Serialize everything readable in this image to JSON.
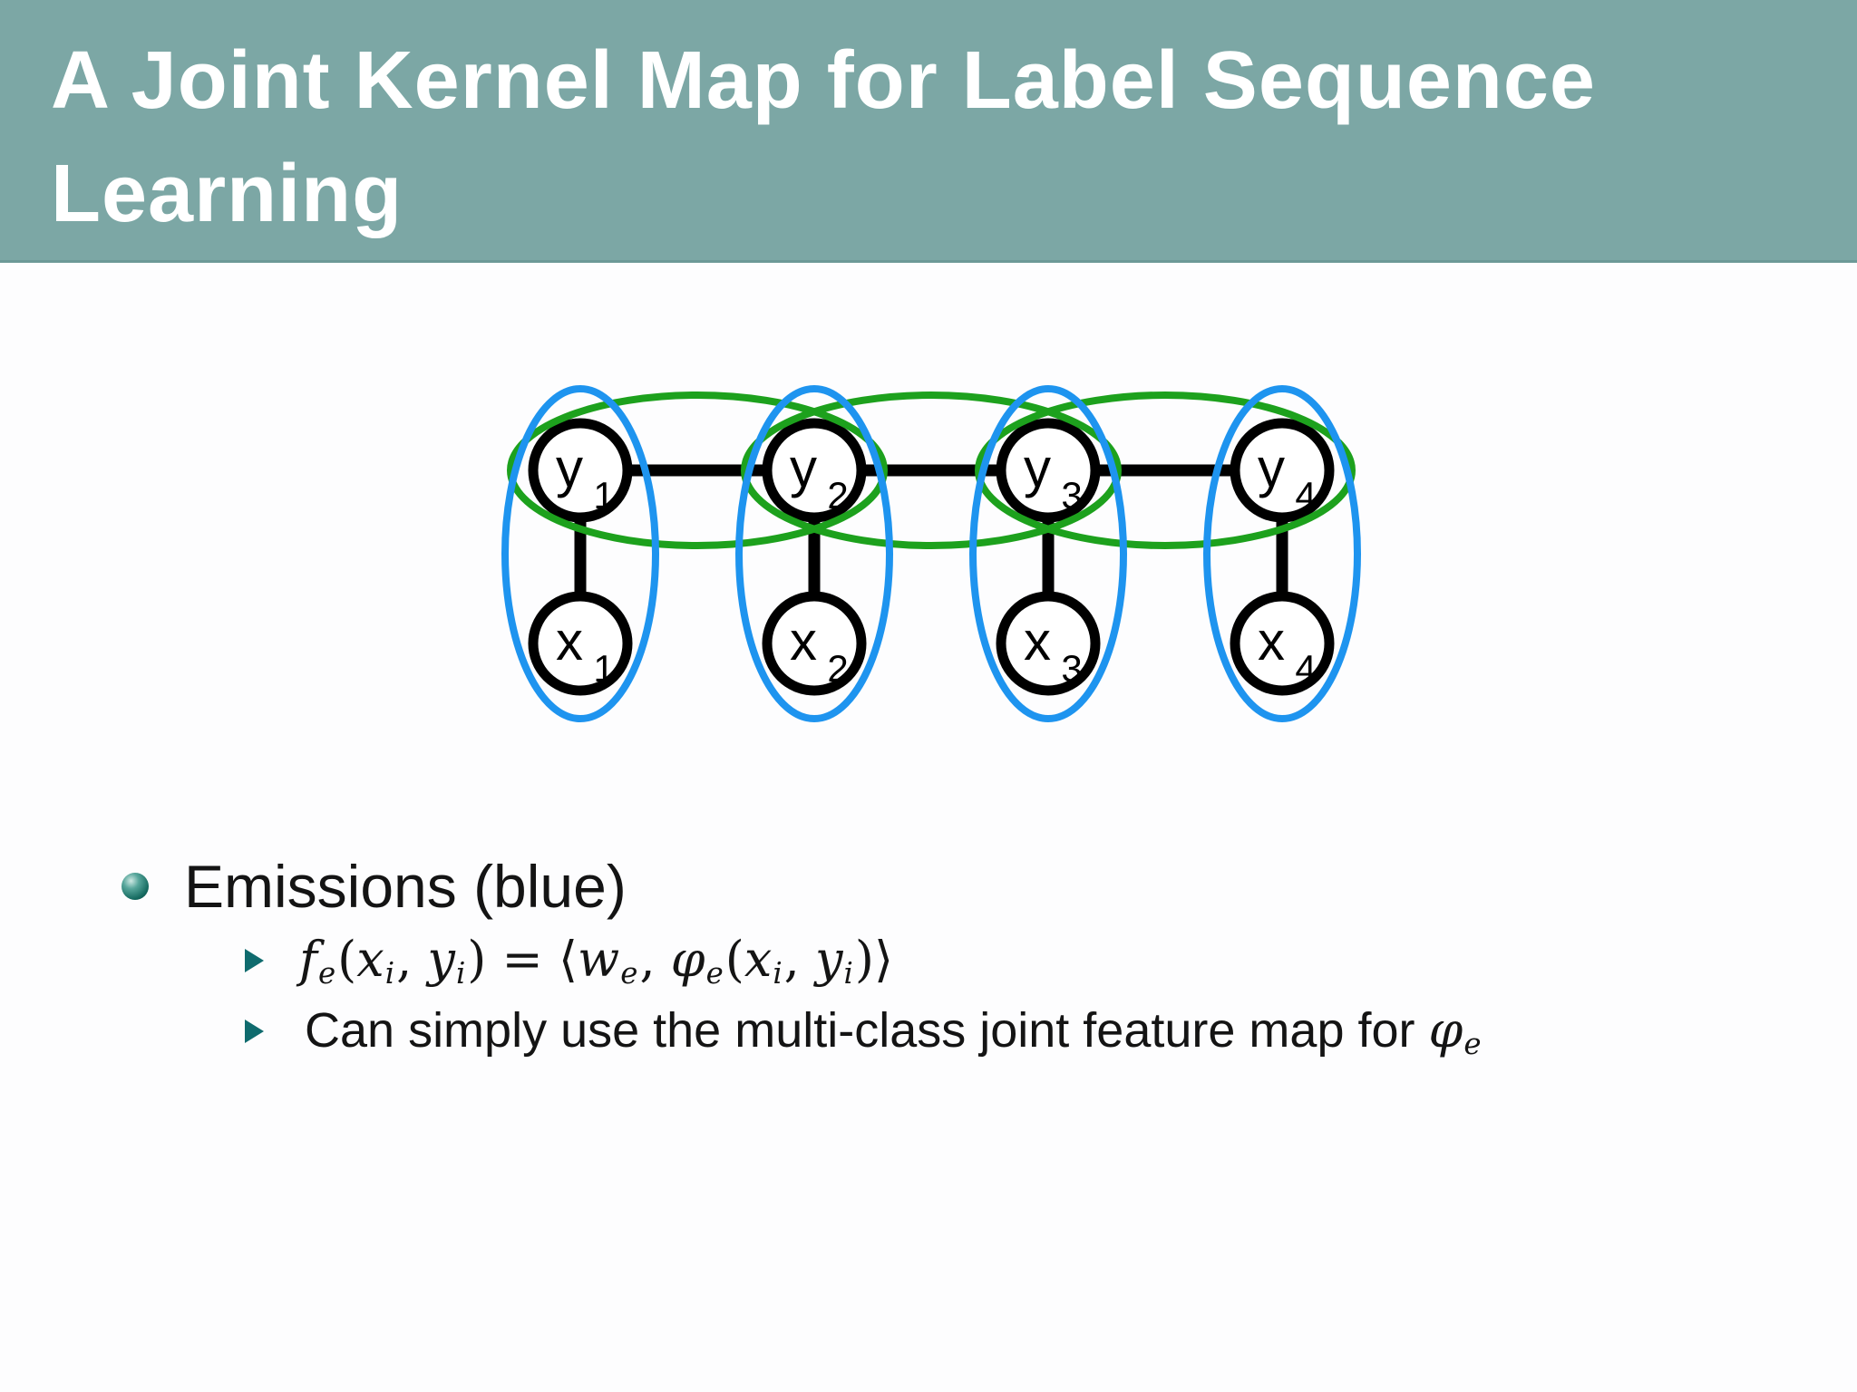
{
  "header": {
    "title_line1": "A Joint Kernel Map for Label Sequence",
    "title_line2": "Learning"
  },
  "colors": {
    "header_bg": "#7ca7a5",
    "header_edge": "#6c9997",
    "title": "#ffffff",
    "emission_blue": "#1e94ef",
    "transition_green": "#1da11d",
    "node_outline": "#000000",
    "node_fill": "#ffffff",
    "edge_black": "#000000",
    "bullet_ball_teal": "#156a60",
    "marker_teal": "#0f6b6e",
    "body_text": "#141414"
  },
  "diagram": {
    "y_nodes": [
      {
        "base": "y",
        "sub": "1"
      },
      {
        "base": "y",
        "sub": "2"
      },
      {
        "base": "y",
        "sub": "3"
      },
      {
        "base": "y",
        "sub": "4"
      }
    ],
    "x_nodes": [
      {
        "base": "x",
        "sub": "1"
      },
      {
        "base": "x",
        "sub": "2"
      },
      {
        "base": "x",
        "sub": "3"
      },
      {
        "base": "x",
        "sub": "4"
      }
    ],
    "emission_groups": "blue ellipses around each (y_i, x_i) pair",
    "transition_groups": "green ellipses around each (y_i, y_i+1) pair"
  },
  "bullets": {
    "main_label": "Emissions (blue)",
    "sub1_tokens": [
      {
        "t": "f",
        "s": "var"
      },
      {
        "t": "e",
        "s": "sub"
      },
      {
        "t": "(",
        "s": "plain"
      },
      {
        "t": "x",
        "s": "var"
      },
      {
        "t": "i",
        "s": "sub"
      },
      {
        "t": ", ",
        "s": "plain"
      },
      {
        "t": "y",
        "s": "var"
      },
      {
        "t": "i",
        "s": "sub"
      },
      {
        "t": ") = ",
        "s": "plain"
      },
      {
        "t": "⟨",
        "s": "plain"
      },
      {
        "t": "w",
        "s": "var"
      },
      {
        "t": "e",
        "s": "sub"
      },
      {
        "t": ", ",
        "s": "plain"
      },
      {
        "t": "φ",
        "s": "var"
      },
      {
        "t": "e",
        "s": "sub"
      },
      {
        "t": "(",
        "s": "plain"
      },
      {
        "t": "x",
        "s": "var"
      },
      {
        "t": "i",
        "s": "sub"
      },
      {
        "t": ", ",
        "s": "plain"
      },
      {
        "t": "y",
        "s": "var"
      },
      {
        "t": "i",
        "s": "sub"
      },
      {
        "t": ")",
        "s": "plain"
      },
      {
        "t": "⟩",
        "s": "plain"
      }
    ],
    "sub2_tokens": [
      {
        "t": "Can simply use the multi-class joint feature map for ",
        "s": "text"
      },
      {
        "t": "φ",
        "s": "var"
      },
      {
        "t": "e",
        "s": "sub"
      }
    ]
  }
}
